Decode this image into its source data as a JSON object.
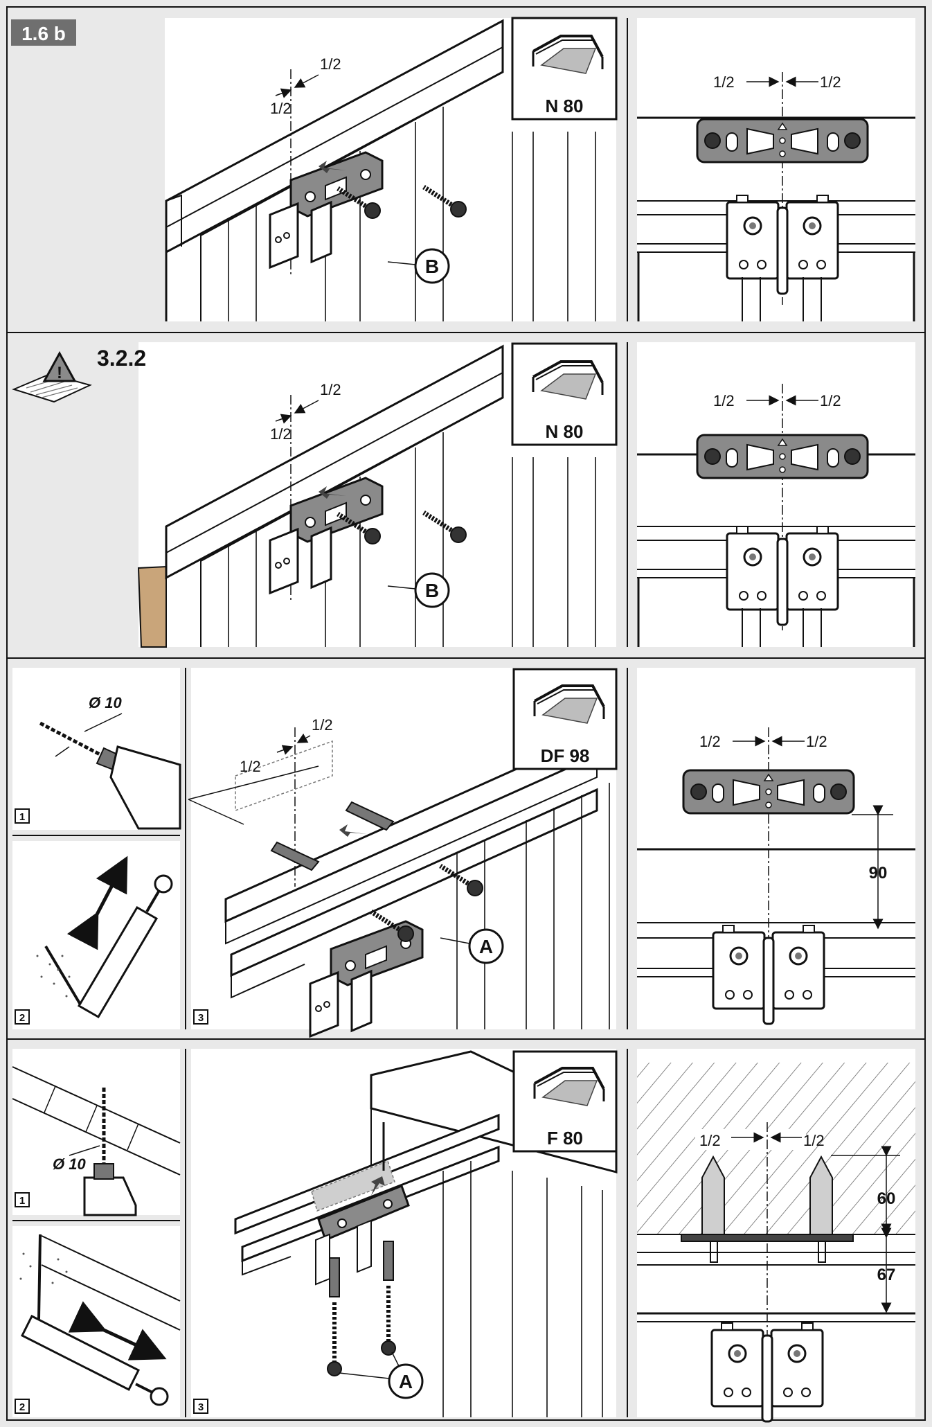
{
  "section": {
    "label": "1.6 b"
  },
  "warning": {
    "reference": "3.2.2"
  },
  "panels": [
    {
      "id": "p1",
      "profile": "N 80",
      "half_left": "1/2",
      "half_right": "1/2",
      "callout": "B",
      "detail_half_left": "1/2",
      "detail_half_right": "1/2"
    },
    {
      "id": "p2",
      "profile": "N 80",
      "half_left": "1/2",
      "half_right": "1/2",
      "callout": "B",
      "detail_half_left": "1/2",
      "detail_half_right": "1/2"
    },
    {
      "id": "p3",
      "profile": "DF 98",
      "half_left": "1/2",
      "half_right": "1/2",
      "callout": "A",
      "drill_diameter": "Ø 10",
      "step1": "1",
      "step2": "2",
      "step3": "3",
      "detail_half_left": "1/2",
      "detail_half_right": "1/2",
      "dim_90": "90"
    },
    {
      "id": "p4",
      "profile": "F 80",
      "callout": "A",
      "drill_diameter": "Ø 10",
      "step1": "1",
      "step2": "2",
      "step3": "3",
      "detail_half_left": "1/2",
      "detail_half_right": "1/2",
      "dim_60": "60",
      "dim_67": "67"
    }
  ],
  "colors": {
    "background": "#e9e9e9",
    "panel": "#ffffff",
    "badge": "#6f6f6f",
    "ink": "#111111",
    "part_gray": "#8a8a8a"
  }
}
